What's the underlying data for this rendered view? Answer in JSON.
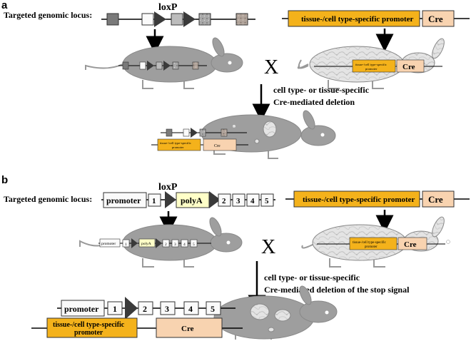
{
  "colors": {
    "promoter_orange": "#f4b21b",
    "cre_peach": "#f8d3b0",
    "polya_yellow": "#ffffc8",
    "body_gray": "#9e9e9e",
    "body_light": "#e2e2e2",
    "outline": "#555555",
    "loxp_dark": "#3a3a3a"
  },
  "panel_a": {
    "letter": "a",
    "loxp_label": "loxP",
    "locus_label": "Targeted genomic locus:",
    "promoter_label": "tissue-/cell type-specific promoter",
    "cre_label": "Cre",
    "cross": "X",
    "arrow_text_line1": "cell type- or tissue-specific",
    "arrow_text_line2": "Cre-mediated deletion",
    "mini_promoter_line1": "tissue-/cell type-specific",
    "mini_promoter_line2": "promoter",
    "small_promoter_line1": "tissue-/cell type-specific",
    "small_promoter_line2": "promoter"
  },
  "panel_b": {
    "letter": "b",
    "loxp_label": "loxP",
    "locus_label": "Targeted genomic locus:",
    "promoter_box": "promoter",
    "exon1": "1",
    "polya": "polyA",
    "exons_after": [
      "2",
      "3",
      "4",
      "5"
    ],
    "promoter_label": "tissue-/cell type-specific promoter",
    "cre_label": "Cre",
    "cross": "X",
    "arrow_text_line1": "cell type- or tissue-specific",
    "arrow_text_line2": "Cre-mediated deletion of the stop signal",
    "final_promoter_line1": "tissue-/cell type-specific",
    "final_promoter_line2": "promoter",
    "final_cre": "Cre"
  }
}
